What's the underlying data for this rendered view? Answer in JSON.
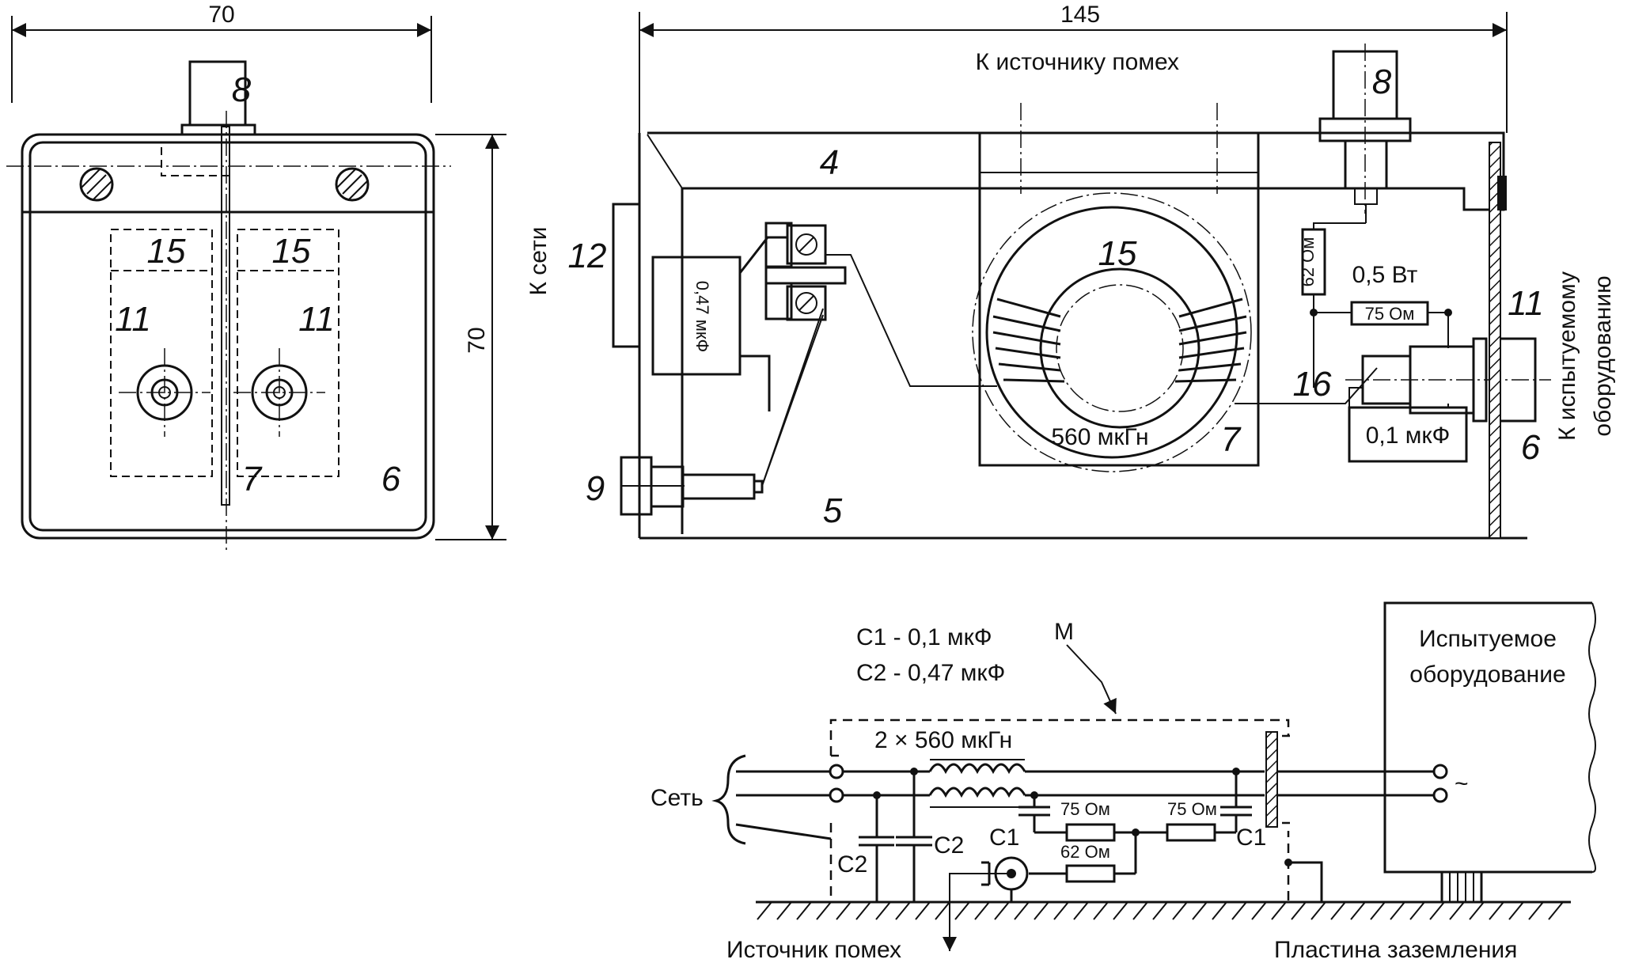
{
  "front_view": {
    "width_dim": "70",
    "height_dim": "70",
    "labels": {
      "n8": "8",
      "n15a": "15",
      "n15b": "15",
      "n11a": "11",
      "n11b": "11",
      "n7": "7",
      "n6": "6"
    }
  },
  "side_view": {
    "width_dim": "145",
    "to_noise_source": "К источнику помех",
    "to_mains": "К сети",
    "to_equipment_1": "К испытуемому",
    "to_equipment_2": "оборудованию",
    "cap_047": "0,47 мкФ",
    "res_62": "62 Ом",
    "power": "0,5 Вт",
    "res_75": "75 Ом",
    "cap_01": "0,1 мкФ",
    "inductance": "560 мкГн",
    "labels": {
      "n4": "4",
      "n5": "5",
      "n6": "6",
      "n7": "7",
      "n8": "8",
      "n9": "9",
      "n11": "11",
      "n12": "12",
      "n15": "15",
      "n16": "16"
    }
  },
  "schematic": {
    "legend_c1": "С1 - 0,1 мкФ",
    "legend_c2": "С2 - 0,47 мкФ",
    "m": "М",
    "inductor": "2 × 560 мкГн",
    "mains": "Сеть",
    "tested_1": "Испытуемое",
    "tested_2": "оборудование",
    "tilde": "~",
    "r75a": "75 Ом",
    "r75b": "75 Ом",
    "r62": "62 Ом",
    "c1a": "С1",
    "c1b": "С1",
    "c2a": "С2",
    "c2b": "С2",
    "noise_source": "Источник помех",
    "ground_plate": "Пластина заземления"
  }
}
